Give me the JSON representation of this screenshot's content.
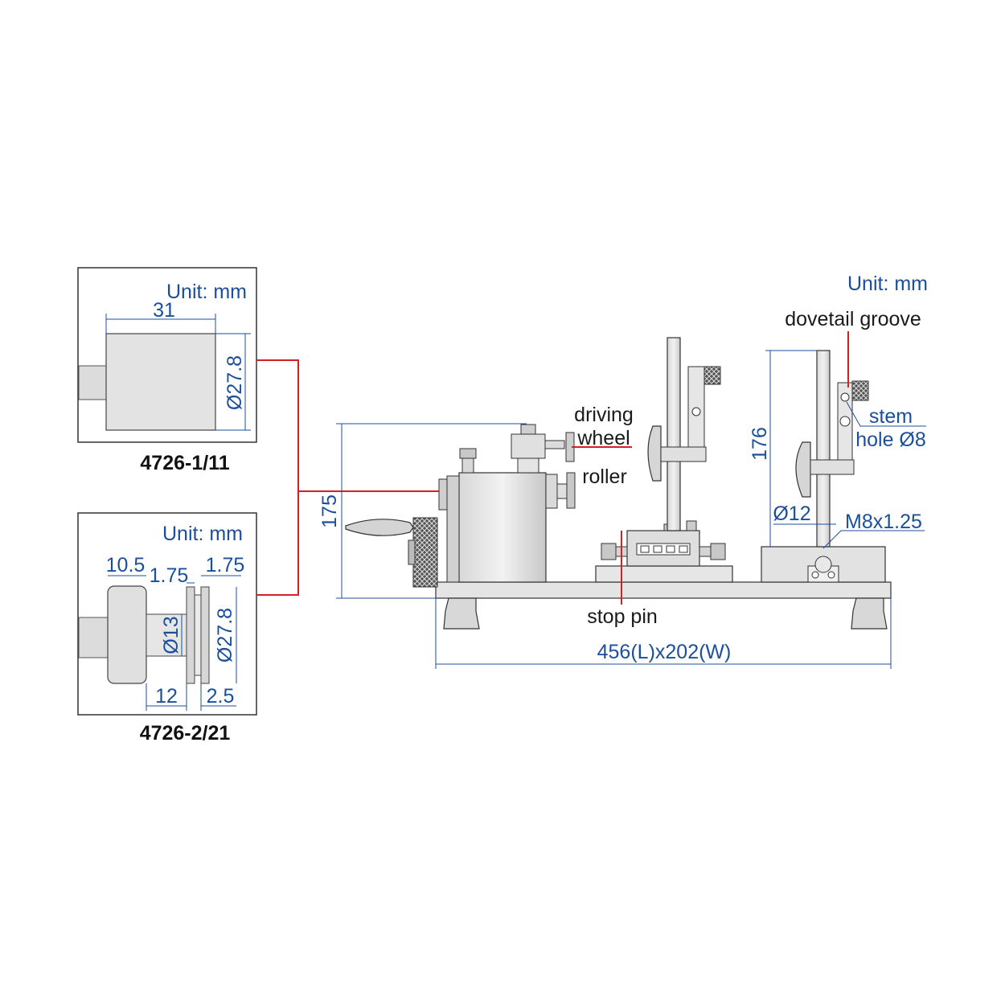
{
  "colors": {
    "dimension": "#1b4f9c",
    "leader": "#d32027",
    "outline": "#333333",
    "metal_fill": "#e6e6e6",
    "metal_dark": "#bdbdbd"
  },
  "roller_1": {
    "unit": "Unit: mm",
    "width": "31",
    "diameter": "Ø27.8",
    "model": "4726-1/11"
  },
  "roller_2": {
    "unit": "Unit: mm",
    "dim_a": "10.5",
    "dim_b": "1.75",
    "dim_c": "1.75",
    "bore": "Ø13",
    "diameter": "Ø27.8",
    "dim_d": "12",
    "dim_e": "2.5",
    "model": "4726-2/21"
  },
  "main": {
    "unit": "Unit: mm",
    "height_left": "175",
    "height_right": "176",
    "rod_diameter": "Ø12",
    "thread": "M8x1.25",
    "footprint": "456(L)x202(W)",
    "labels": {
      "driving_1": "driving",
      "driving_2": "wheel",
      "roller": "roller",
      "stop_pin": "stop pin",
      "dovetail": "dovetail groove",
      "stem_1": "stem",
      "stem_2": "hole Ø8"
    }
  }
}
